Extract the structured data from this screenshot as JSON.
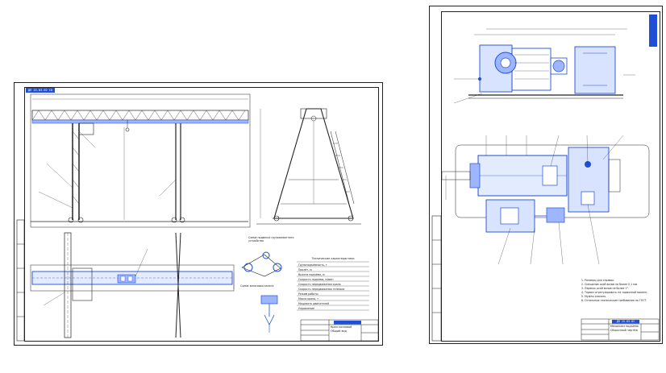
{
  "sheets": [
    {
      "id": "left",
      "stamp_code": "ДП 15.03.02 СБ",
      "title_block_title": "Кран козловой",
      "title_block_sub": "Общий вид",
      "spec_title": "Технические характеристики",
      "spec_rows": [
        "Грузоподъёмность, т",
        "Пролёт, м",
        "Высота подъёма, м",
        "Скорость подъёма, м/мин",
        "Скорость передвижения крана",
        "Скорость передвижения тележки",
        "Режим работы",
        "Масса крана, т",
        "Мощность двигателей",
        "Управление"
      ],
      "note_hook": "Схема подвески грузозахватного устройства",
      "note_rope": "Схема запасовки каната"
    },
    {
      "id": "right",
      "stamp_code": "ДП 15.03.02",
      "title_block_title": "Механизм подъёма",
      "title_block_sub": "Сборочный чертёж",
      "notes": [
        "1. Размеры для справок.",
        "2. Смещение осей валов не более 0,1 мм.",
        "3. Перекос осей валов не более 1°.",
        "4. Тормоз отрегулировать на тормозной момент.",
        "5. Муфты смазать.",
        "6. Остальные технические требования по ГОСТ."
      ]
    }
  ],
  "colors": {
    "line": "#222222",
    "accent": "#1f4fd6",
    "accent_fill": "#9db6ff",
    "tag_bg": "#1f4fd6"
  }
}
